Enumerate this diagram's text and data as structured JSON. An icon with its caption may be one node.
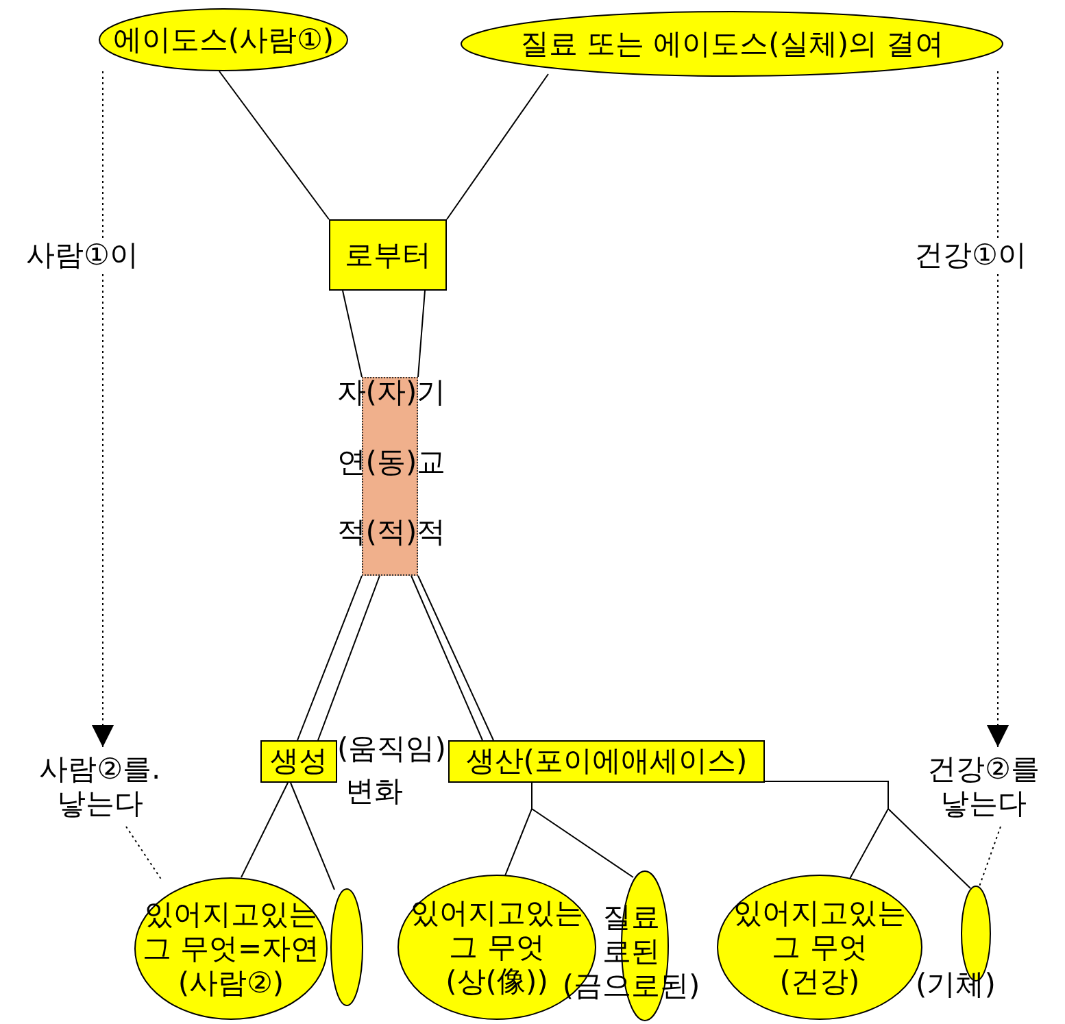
{
  "diagram": {
    "nodes": [
      {
        "text": [
          "에이도스(사람①)"
        ]
      },
      {
        "text": [
          "질료 또는 에이도스(실체)의 결여"
        ]
      },
      {
        "text": [
          "로부터"
        ]
      },
      {
        "text": [
          "자(자)기",
          "연(동)교",
          "적(적)적"
        ]
      },
      {
        "text": [
          "사람②를. 낳는다"
        ]
      },
      {
        "text": [
          "생성"
        ],
        "beside": [
          "(움직임)",
          "변화"
        ]
      },
      {
        "text": [
          "생산(포이에애세이스)"
        ]
      },
      {
        "text": [
          "건강②를 낳는다"
        ]
      },
      {
        "text": [
          "있어지고있는 그 무엇=자연 (사람②)"
        ]
      },
      {
        "text": [],
        "shape": "ellipse"
      },
      {
        "text": [
          "있어지고있는 그 무엇 (상(像))"
        ]
      },
      {
        "text": [
          "질료 로된 (금으로된)"
        ]
      },
      {
        "text": [
          "있어지고있는 그 무엇 (건강)"
        ]
      },
      {
        "text": [],
        "shape": "ellipse",
        "beside": [
          "(기체)"
        ]
      }
    ],
    "edges": [
      {
        "from": 0,
        "to": 2,
        "arrow": "none"
      },
      {
        "from": 1,
        "to": 2,
        "arrow": "none"
      },
      {
        "from": 2,
        "to": 3,
        "arrow": "none"
      },
      {
        "from": 2,
        "to": 3,
        "arrow": "none"
      },
      {
        "from": 3,
        "to": 5,
        "arrow": "none"
      },
      {
        "from": 3,
        "to": 5,
        "arrow": "none"
      },
      {
        "from": 3,
        "to": 6,
        "arrow": "none"
      },
      {
        "from": 3,
        "to": 6,
        "arrow": "none"
      },
      {
        "from": 0,
        "to": 4,
        "arrow": "to",
        "style": "dashed",
        "label": "사람①이"
      },
      {
        "from": 1,
        "to": 7,
        "arrow": "to",
        "style": "dashed",
        "label": "건강①이"
      },
      {
        "from": 4,
        "to": 8,
        "arrow": "none",
        "style": "dashed"
      },
      {
        "from": 7,
        "to": 13,
        "arrow": "none",
        "style": "dashed"
      },
      {
        "from": 5,
        "to": 8,
        "arrow": "none"
      },
      {
        "from": 5,
        "to": 9,
        "arrow": "none"
      },
      {
        "from": 6,
        "to": 10,
        "arrow": "none"
      },
      {
        "from": 6,
        "to": 11,
        "arrow": "none"
      },
      {
        "from": 6,
        "to": 12,
        "arrow": "none"
      },
      {
        "from": 6,
        "to": 13,
        "arrow": "none"
      }
    ]
  }
}
